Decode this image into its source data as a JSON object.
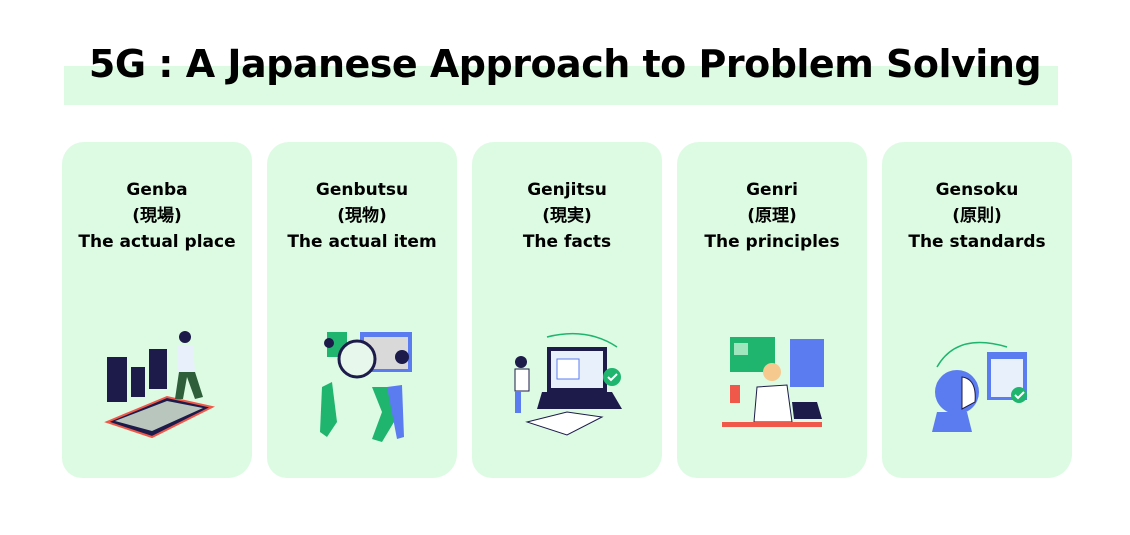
{
  "title": "5G : A Japanese Approach to Problem Solving",
  "cards": [
    {
      "name": "Genba",
      "kanji": "(現場)",
      "meaning": "The actual place"
    },
    {
      "name": "Genbutsu",
      "kanji": "(現物)",
      "meaning": "The actual item"
    },
    {
      "name": "Genjitsu",
      "kanji": "(現実)",
      "meaning": "The facts"
    },
    {
      "name": "Genri",
      "kanji": "(原理)",
      "meaning": "The principles"
    },
    {
      "name": "Gensoku",
      "kanji": "(原則)",
      "meaning": "The standards"
    }
  ],
  "colors": {
    "card_bg": "#ddfbe3",
    "navy": "#1c1b4a",
    "green": "#1fb56e",
    "blue": "#5b7cf0",
    "red": "#f0584a"
  }
}
